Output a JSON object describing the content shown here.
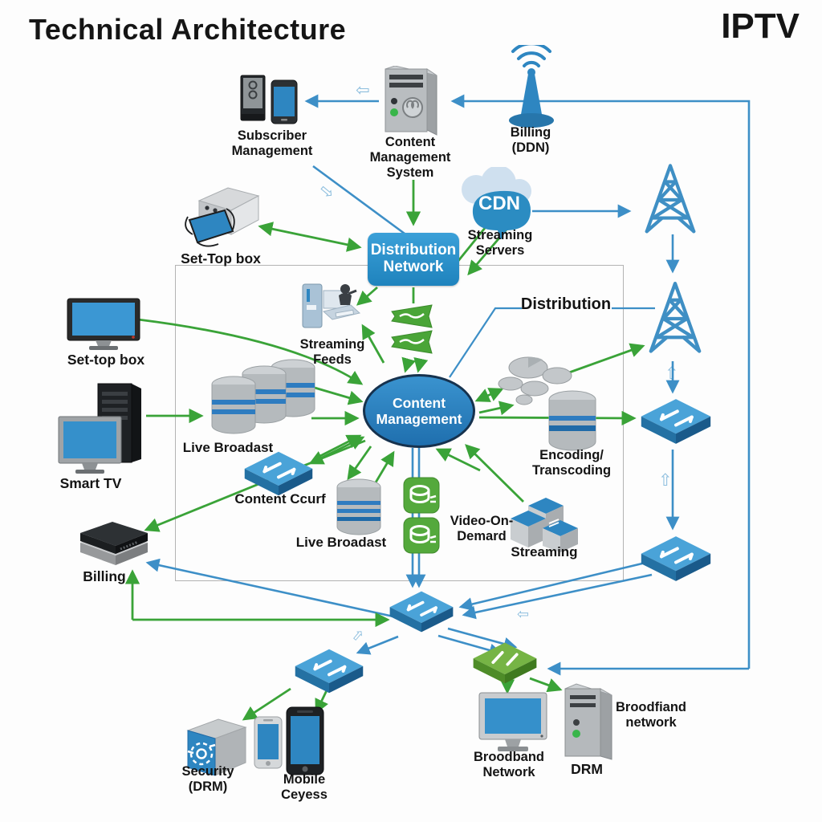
{
  "header": {
    "title": "Technical Architecture",
    "brand": "IPTV"
  },
  "colors": {
    "blue": "#3d8fc7",
    "green": "#3aa338",
    "node_blue": "#2e86c1",
    "tower_blue": "#3f8fc4"
  },
  "nodes": {
    "subscriber_management": {
      "label": "Subscriber Management"
    },
    "content_management_system": {
      "label": "Content Management System"
    },
    "billing_ddn": {
      "label": "Billing (DDN)"
    },
    "cdn": {
      "label": "CDN"
    },
    "streaming_servers": {
      "label": "Streaming Servers"
    },
    "set_top_box_sketch": {
      "label": "Set-Top box"
    },
    "distribution_network": {
      "label": "Distribution Network"
    },
    "distribution": {
      "label": "Distribution"
    },
    "streaming_feeds": {
      "label": "Streaming Feeds"
    },
    "set_top_box_tv": {
      "label": "Set-top box"
    },
    "live_broadcast_1": {
      "label": "Live Broadast"
    },
    "smart_tv": {
      "label": "Smart TV"
    },
    "content_management": {
      "label": "Content Management"
    },
    "encoding_transcoding": {
      "label": "Encoding/ Transcoding"
    },
    "content_ccurf": {
      "label": "Content Ccurf"
    },
    "live_broadcast_2": {
      "label": "Live Broadast"
    },
    "video_on_demand": {
      "label": "Video-On-Demard"
    },
    "streaming": {
      "label": "Streaming"
    },
    "billing": {
      "label": "Billing"
    },
    "security_drm": {
      "label": "Security (DRM)"
    },
    "mobile_access": {
      "label": "Mobile Ceyess"
    },
    "broadband_network": {
      "label": "Broodband Network"
    },
    "drm": {
      "label": "DRM"
    },
    "broadband_network_right": {
      "label": "Broodfiand network"
    }
  }
}
